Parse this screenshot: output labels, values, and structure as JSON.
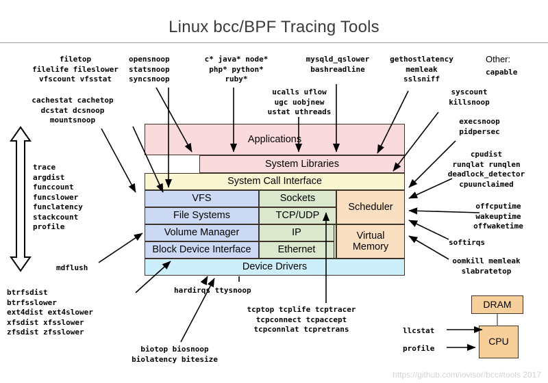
{
  "header": {
    "title": "Linux bcc/BPF Tracing Tools"
  },
  "footer": {
    "credit": "https://github.com/iovisor/bcc#tools 2017"
  },
  "diagram": {
    "blocks": [
      {
        "name": "applications",
        "label": "Applications"
      },
      {
        "name": "system-libraries",
        "label": "System Libraries"
      },
      {
        "name": "system-call-interface",
        "label": "System Call Interface"
      },
      {
        "name": "vfs",
        "label": "VFS"
      },
      {
        "name": "file-systems",
        "label": "File Systems"
      },
      {
        "name": "volume-manager",
        "label": "Volume Manager"
      },
      {
        "name": "block-device-interface",
        "label": "Block Device Interface"
      },
      {
        "name": "sockets",
        "label": "Sockets"
      },
      {
        "name": "tcp-udp",
        "label": "TCP/UDP"
      },
      {
        "name": "ip",
        "label": "IP"
      },
      {
        "name": "ethernet",
        "label": "Ethernet"
      },
      {
        "name": "scheduler",
        "label": "Scheduler"
      },
      {
        "name": "virtual-memory",
        "label": "Virtual\nMemory"
      },
      {
        "name": "device-drivers",
        "label": "Device Drivers"
      },
      {
        "name": "dram",
        "label": "DRAM"
      },
      {
        "name": "cpu",
        "label": "CPU"
      }
    ]
  },
  "tool_groups": {
    "file_top": "filetop\nfilelife fileslower\nvfscount vfsstat",
    "cache": "cachestat cachetop\ndcstat dcsnoop\nmountsnoop",
    "syscall_snoop": "opensnoop\nstatsnoop\nsyncsnoop",
    "languages": "c* java* node*\nphp* python*\nruby*",
    "user_probes": "ucalls uflow\nugc uobjnew\nustat uthreads",
    "db_shell": "mysqld_qslower\nbashreadline",
    "net_lib": "gethostlatency\nmemleak\nsslsniff",
    "other_label": "Other:",
    "other_tools": "capable",
    "syscount": "syscount\nkillsnoop",
    "exec": "execsnoop\npidpersec",
    "cpu_sched": "cpudist\nrunqlat runqlen\ndeadlock_detector\ncpuunclaimed",
    "offcpu": "offcputime\nwakeuptime\noffwaketime",
    "softirqs": "softirqs",
    "memory": "oomkill memleak\nslabratetop",
    "dynamic_tracing": "trace\nargdist\nfunccount\nfuncslower\nfunclatency\nstackcount\nprofile",
    "mdflush": "mdflush",
    "fs_dist": "btrfsdist\nbtrfsslower\next4dist ext4slower\nxfsdist xfsslower\nzfsdist zfsslower",
    "block_io": "biotop biosnoop\nbiolatency bitesize",
    "irq_tty": "hardirqs ttysnoop",
    "tcp": "tcptop tcplife tcptracer\ntcpconnect tcpaccept\ntcpconnlat tcpretrans",
    "llcstat": "llcstat",
    "profile": "profile"
  },
  "colors": {
    "applications": "#fadadd",
    "syscall": "#fbf6d2",
    "filesystem": "#ccd9f5",
    "network": "#dbe8ce",
    "kernel": "#fae0c0",
    "drivers": "#cdeefb",
    "hardware": "#f6cf9a",
    "title": "#3a3a3a",
    "footer": "#d4d4d4"
  }
}
